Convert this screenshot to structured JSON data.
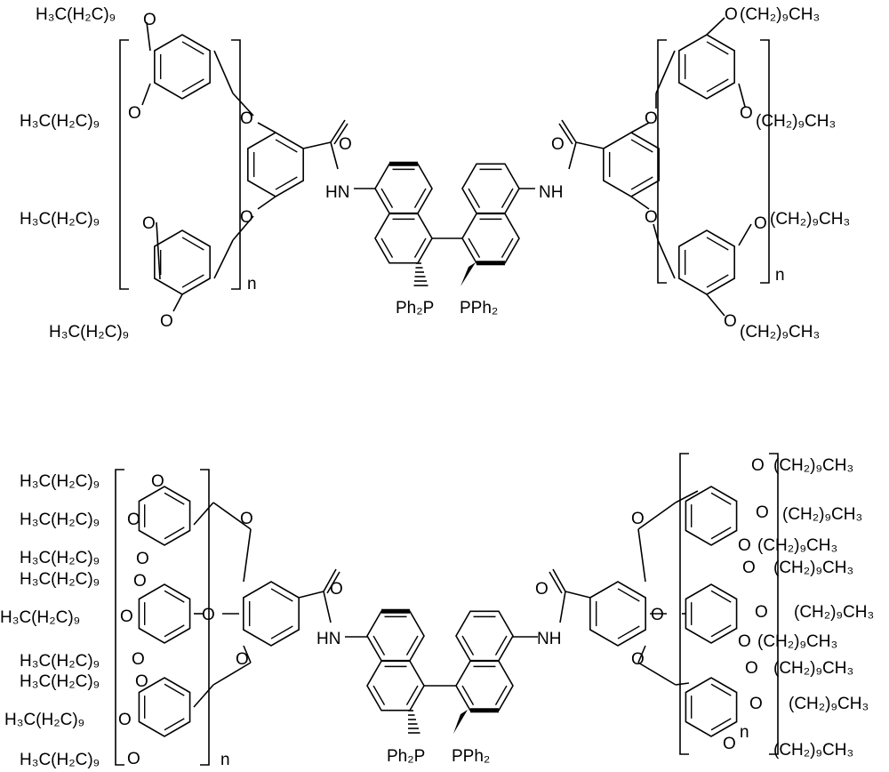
{
  "labels": {
    "alkyl_left": "H₃C(H₂C)₉",
    "alkyl_right": "(CH₂)₉CH₃",
    "oxygen": "O",
    "hn": "HN",
    "nh": "NH",
    "ph2p": "Ph₂P",
    "pph2": "PPh₂",
    "n": "n"
  }
}
